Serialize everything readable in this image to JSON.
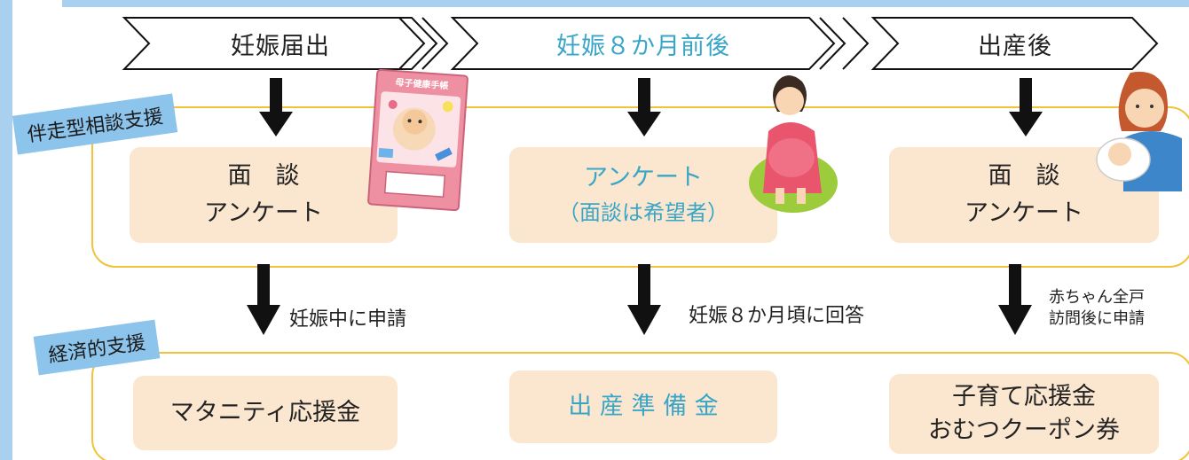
{
  "stages": [
    {
      "label": "妊娠届出"
    },
    {
      "label": "妊娠８か月前後"
    },
    {
      "label": "出産後"
    }
  ],
  "consult": {
    "tag": "伴走型相談支援",
    "boxes": [
      {
        "line1": "面　談",
        "line2": "アンケート"
      },
      {
        "line1": "アンケート",
        "line2": "（面談は希望者）"
      },
      {
        "line1": "面　談",
        "line2": "アンケート"
      }
    ]
  },
  "econ": {
    "tag": "経済的支援",
    "notes": [
      {
        "text": "妊娠中に申請"
      },
      {
        "text": "妊娠８か月頃に回答"
      },
      {
        "line1": "赤ちゃん全戸",
        "line2": "訪問後に申請"
      }
    ],
    "boxes": [
      {
        "line1": "マタニティ応援金"
      },
      {
        "line1": "出 産 準 備 金"
      },
      {
        "line1": "子育て応援金",
        "line2": "おむつクーポン券"
      }
    ]
  },
  "illustrations": {
    "handbook": {
      "icon": "maternal-handbook-icon",
      "title": "母子健康手帳"
    },
    "pregnant": {
      "icon": "pregnant-woman-icon"
    },
    "mother": {
      "icon": "mother-with-baby-icon"
    }
  },
  "colors": {
    "frame": "#a9d0ee",
    "group_border": "#f2c23a",
    "box_fill": "#fbe7d0",
    "highlight_text": "#3aa6c7",
    "tag_fill": "#8cc4ec"
  }
}
